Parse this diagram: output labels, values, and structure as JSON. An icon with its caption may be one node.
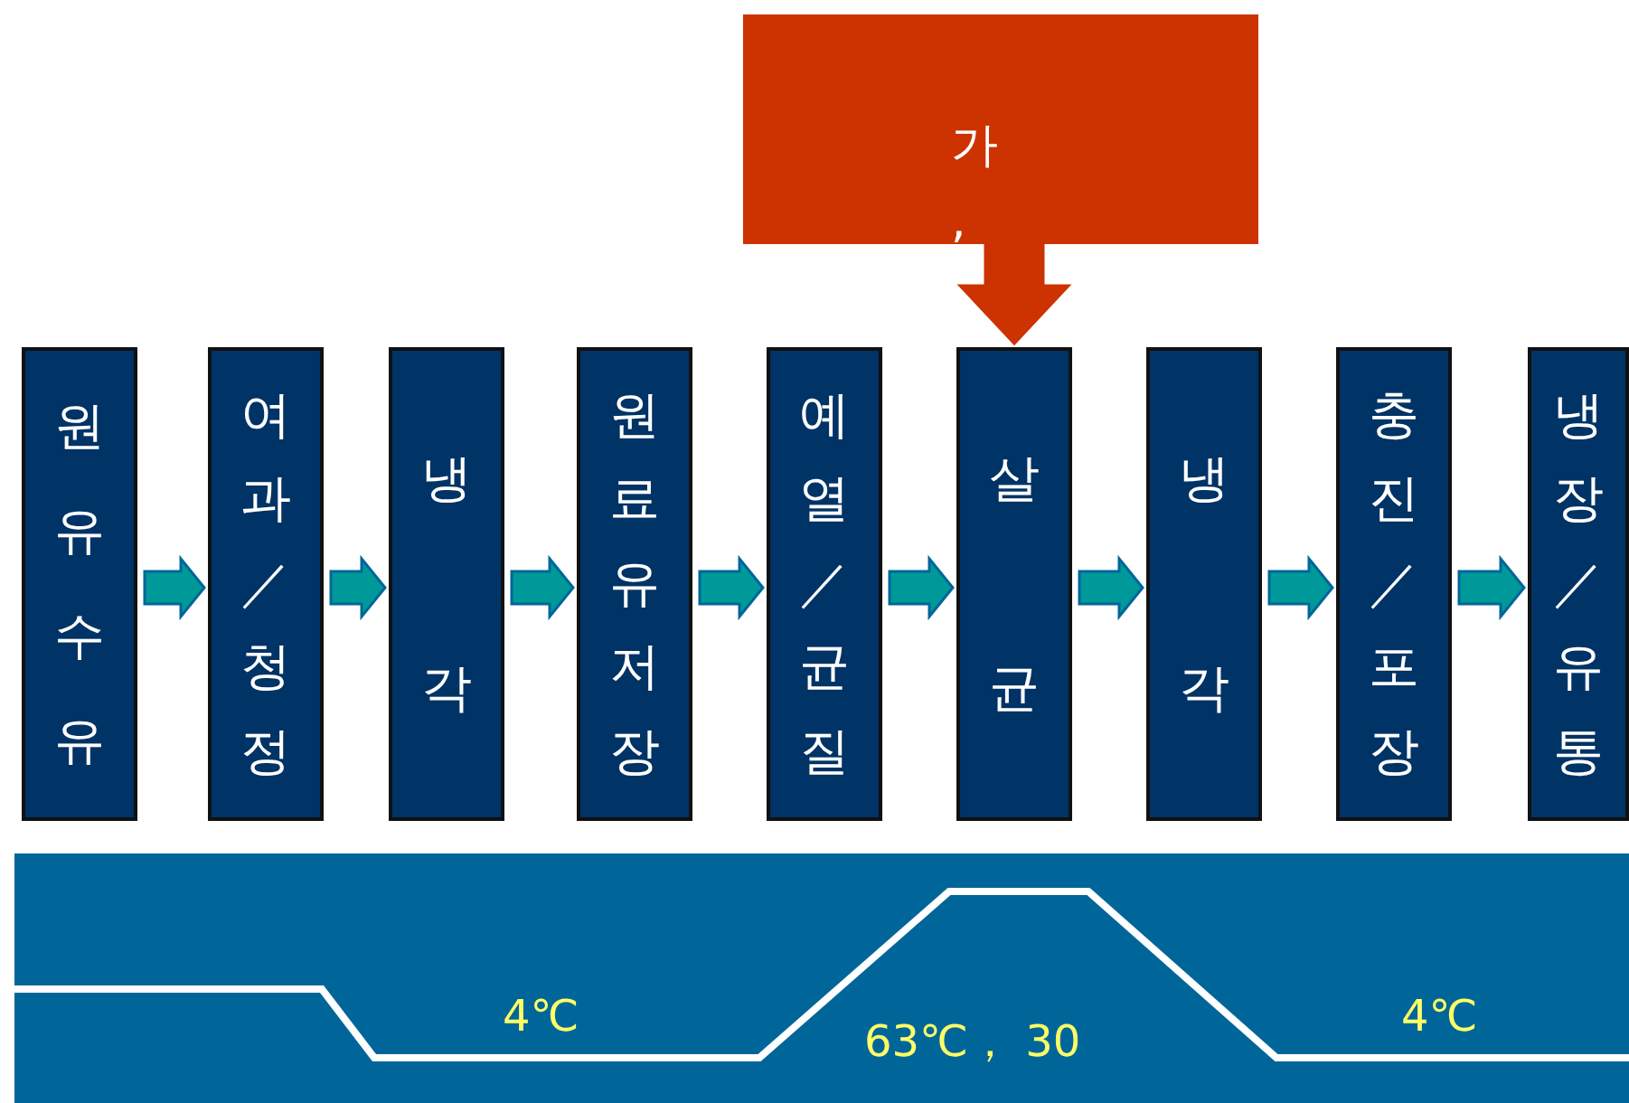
{
  "diagram": {
    "nodes": [
      {
        "text": [
          "가 ,"
        ]
      },
      {
        "text": [
          "원유수유"
        ]
      },
      {
        "text": [
          "여과／청정"
        ]
      },
      {
        "text": [
          "냉각"
        ]
      },
      {
        "text": [
          "원료유 저장"
        ]
      },
      {
        "text": [
          "예열／균질"
        ]
      },
      {
        "text": [
          "살균"
        ]
      },
      {
        "text": [
          "냉각"
        ]
      },
      {
        "text": [
          "충진／포장"
        ]
      },
      {
        "text": [
          "냉장／유통"
        ]
      }
    ],
    "edges": [
      {
        "from": 0,
        "to": 6,
        "arrow": "to",
        "color": "#cc3300"
      },
      {
        "from": 1,
        "to": 2,
        "arrow": "to"
      },
      {
        "from": 2,
        "to": 3,
        "arrow": "to"
      },
      {
        "from": 3,
        "to": 4,
        "arrow": "to"
      },
      {
        "from": 4,
        "to": 5,
        "arrow": "to"
      },
      {
        "from": 5,
        "to": 6,
        "arrow": "to"
      },
      {
        "from": 6,
        "to": 7,
        "arrow": "to"
      },
      {
        "from": 7,
        "to": 8,
        "arrow": "to"
      },
      {
        "from": 8,
        "to": 9,
        "arrow": "to"
      }
    ],
    "labels": [
      "4℃",
      "63℃， 30",
      "4℃"
    ]
  }
}
